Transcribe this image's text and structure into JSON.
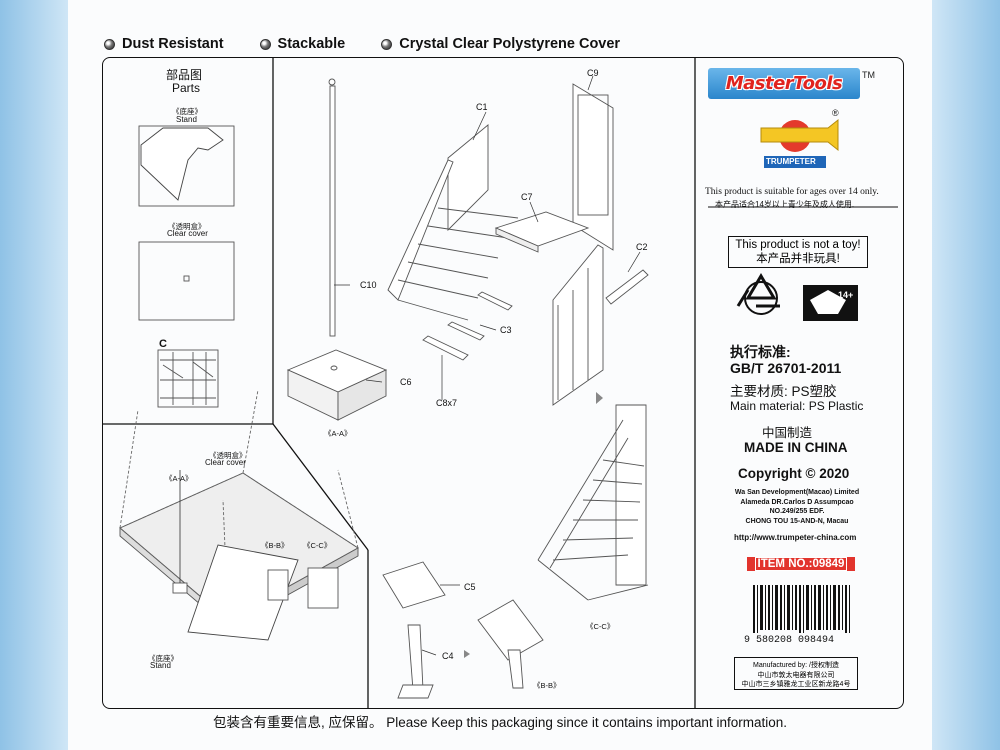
{
  "features": [
    {
      "label": "Dust Resistant"
    },
    {
      "label": "Stackable"
    },
    {
      "label": "Crystal Clear Polystyrene Cover"
    }
  ],
  "parts_panel": {
    "title_cn": "部品图",
    "title_en": "Parts",
    "stand_cn": "《底座》",
    "stand_en": "Stand",
    "cover_cn": "《透明盒》",
    "cover_en": "Clear cover",
    "sprue_label": "C"
  },
  "assembled_panel": {
    "cover_cn": "《透明盒》",
    "cover_en": "Clear cover",
    "view_aa": "《A-A》",
    "view_bb": "《B-B》",
    "view_cc": "《C-C》",
    "stand_cn": "《底座》",
    "stand_en": "Stand"
  },
  "instructions": {
    "labels": [
      "C1",
      "C9",
      "C7",
      "C2",
      "C10",
      "C3",
      "C6",
      "C8x7",
      "C5",
      "C4"
    ],
    "view_aa": "《A-A》",
    "view_bb": "《B-B》",
    "view_cc": "《C-C》"
  },
  "brand": {
    "logo_text": "MasterTools",
    "tm": "TM",
    "trumpeter": "TRUMPETER",
    "reg": "®",
    "age_en": "This product is suitable for ages over 14 only.",
    "age_cn": "本产品适合14岁以上青少年及成人使用.",
    "not_toy_en": "This product is not a toy!",
    "not_toy_cn": "本产品并非玩具!",
    "standard_label": "执行标准:",
    "standard_code": "GB/T 26701-2011",
    "material_cn": "主要材质: PS塑胶",
    "material_en": "Main material: PS Plastic",
    "made_cn": "中国制造",
    "made_en": "MADE IN CHINA",
    "copyright": "Copyright © 2020",
    "address": [
      "Wa San Development(Macao) Limited",
      "Alameda DR.Carlos D Assumpcao",
      "NO.249/255 EDF.",
      "CHONG TOU 15-AND-N, Macau"
    ],
    "website": "http://www.trumpeter-china.com",
    "item_no": "ITEM NO.:09849",
    "barcode": "9 580208 098494",
    "mfg_label": "Manufactured by: /授权制造",
    "mfg_name": "中山市敦太电器有限公司",
    "mfg_addr": "中山市三乡镇雅龙工业区新龙路4号"
  },
  "footer": "包装含有重要信息, 应保留。 Please Keep this packaging since it contains important information."
}
